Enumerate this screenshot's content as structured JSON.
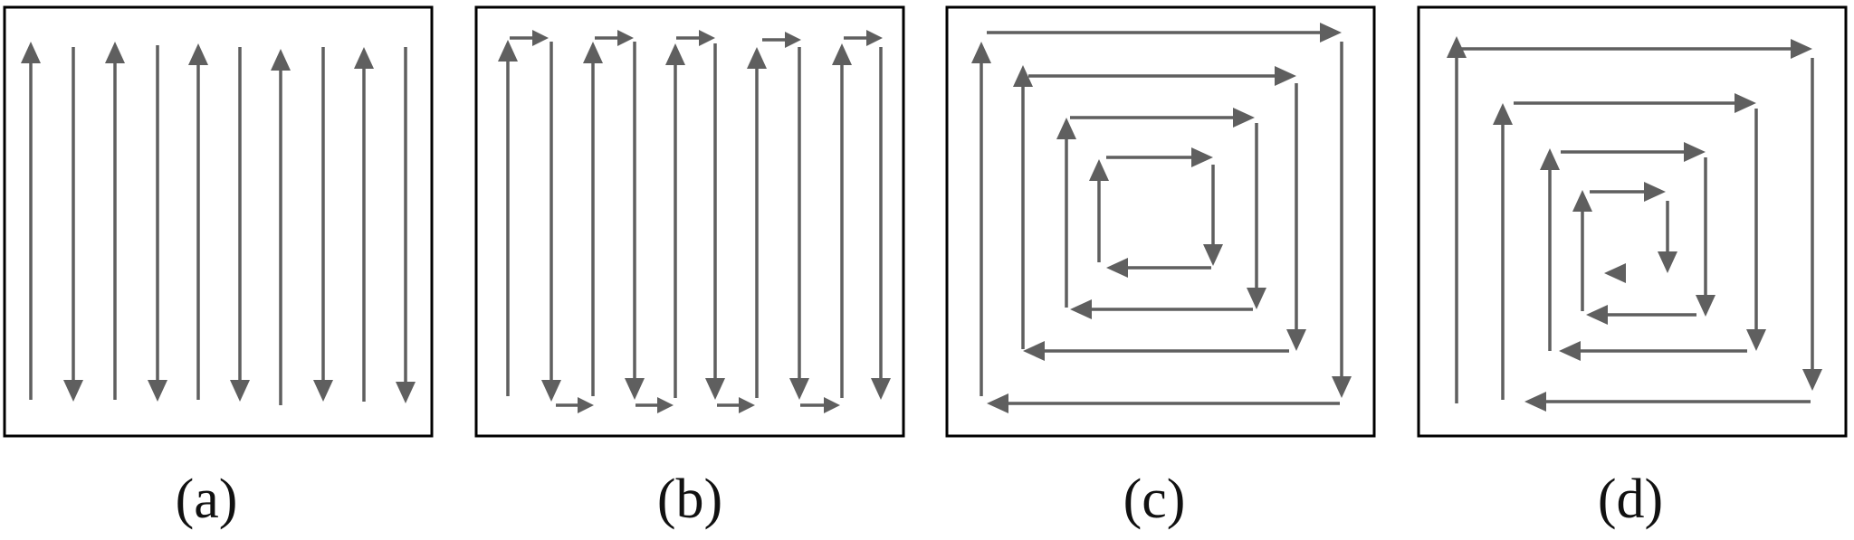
{
  "figure": {
    "panels": [
      {
        "id": "a",
        "caption": "(a)",
        "pattern": "vertical-alternating"
      },
      {
        "id": "b",
        "caption": "(b)",
        "pattern": "vertical-alternating-with-connectors"
      },
      {
        "id": "c",
        "caption": "(c)",
        "pattern": "square-spiral-inward"
      },
      {
        "id": "d",
        "caption": "(d)",
        "pattern": "square-spiral-inward-tighter"
      }
    ],
    "colors": {
      "arrow": "#5f5f5f",
      "frame": "#000000",
      "background": "#ffffff"
    }
  }
}
